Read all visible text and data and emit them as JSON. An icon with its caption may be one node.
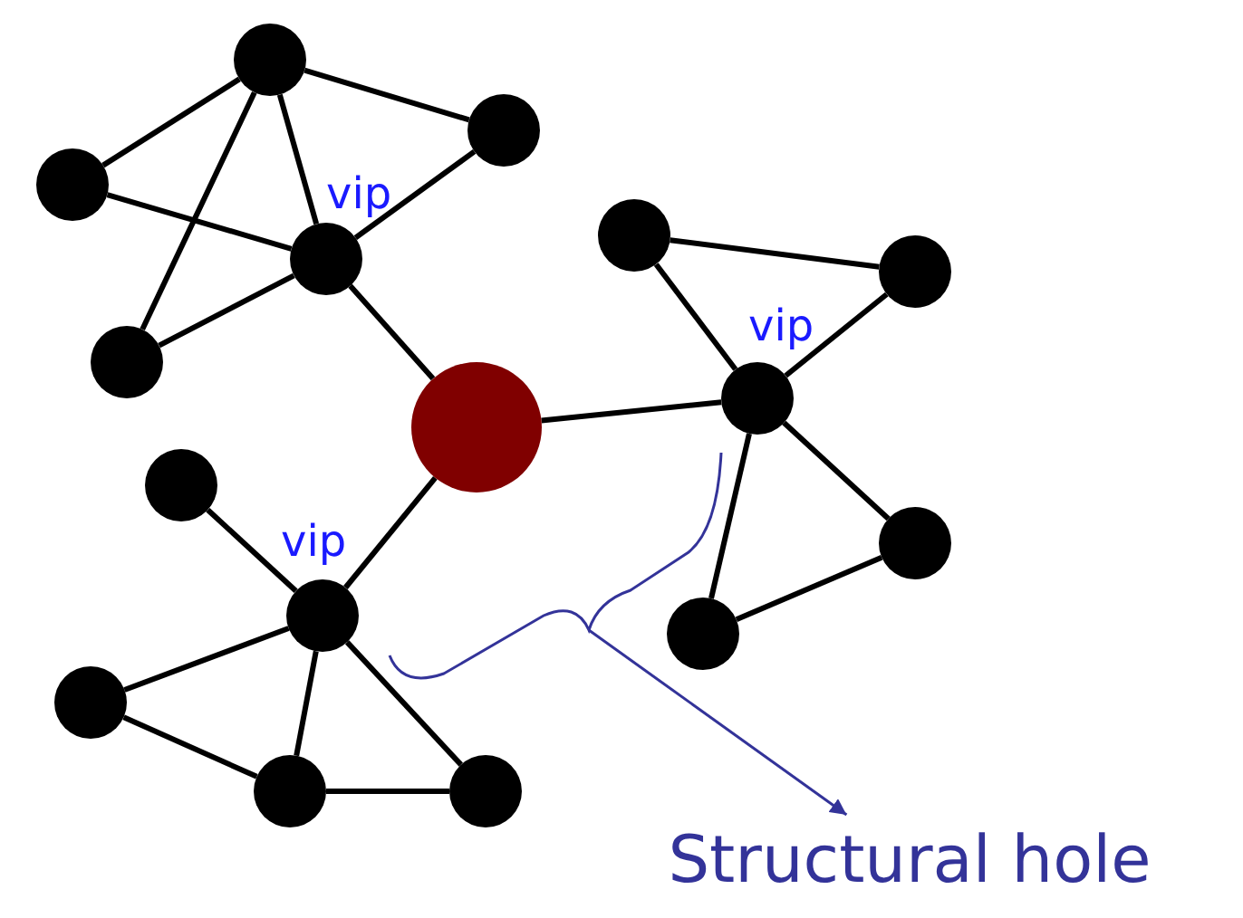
{
  "diagram": {
    "nodes": [
      {
        "text": [],
        "shape": "circle"
      },
      {
        "text": [],
        "shape": "circle"
      },
      {
        "text": [],
        "shape": "circle"
      },
      {
        "text": [],
        "shape": "circle",
        "beside": [
          "vip"
        ]
      },
      {
        "text": [],
        "shape": "circle"
      },
      {
        "text": [],
        "shape": "circle"
      },
      {
        "text": [],
        "shape": "circle"
      },
      {
        "text": [],
        "shape": "circle"
      },
      {
        "text": [],
        "shape": "circle",
        "beside": [
          "vip"
        ]
      },
      {
        "text": [],
        "shape": "circle"
      },
      {
        "text": [],
        "shape": "circle"
      },
      {
        "text": [],
        "shape": "circle"
      },
      {
        "text": [],
        "shape": "circle",
        "beside": [
          "vip"
        ]
      },
      {
        "text": [],
        "shape": "circle"
      },
      {
        "text": [],
        "shape": "circle"
      },
      {
        "text": [],
        "shape": "circle"
      },
      {
        "text": [
          "Structural hole"
        ]
      }
    ],
    "edges": [
      {
        "from": 0,
        "to": 1,
        "arrow": "none"
      },
      {
        "from": 0,
        "to": 2,
        "arrow": "none"
      },
      {
        "from": 0,
        "to": 3,
        "arrow": "none"
      },
      {
        "from": 0,
        "to": 4,
        "arrow": "none"
      },
      {
        "from": 1,
        "to": 3,
        "arrow": "none"
      },
      {
        "from": 2,
        "to": 3,
        "arrow": "none"
      },
      {
        "from": 4,
        "to": 3,
        "arrow": "none"
      },
      {
        "from": 3,
        "to": 5,
        "arrow": "none"
      },
      {
        "from": 5,
        "to": 8,
        "arrow": "none"
      },
      {
        "from": 6,
        "to": 7,
        "arrow": "none"
      },
      {
        "from": 6,
        "to": 8,
        "arrow": "none"
      },
      {
        "from": 7,
        "to": 8,
        "arrow": "none"
      },
      {
        "from": 8,
        "to": 9,
        "arrow": "none"
      },
      {
        "from": 8,
        "to": 10,
        "arrow": "none"
      },
      {
        "from": 9,
        "to": 10,
        "arrow": "none"
      },
      {
        "from": 5,
        "to": 12,
        "arrow": "none"
      },
      {
        "from": 11,
        "to": 12,
        "arrow": "none"
      },
      {
        "from": 12,
        "to": 13,
        "arrow": "none"
      },
      {
        "from": 13,
        "to": 14,
        "arrow": "none"
      },
      {
        "from": 12,
        "to": 14,
        "arrow": "none"
      },
      {
        "from": 12,
        "to": 15,
        "arrow": "none"
      },
      {
        "from": 14,
        "to": 15,
        "arrow": "none"
      },
      {
        "from": null,
        "to": 16,
        "arrow": "to",
        "color": "#333399"
      }
    ]
  }
}
